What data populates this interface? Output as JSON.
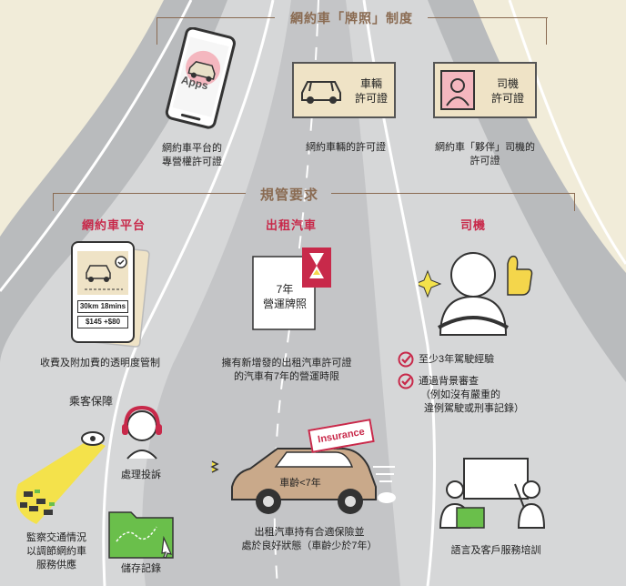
{
  "section1": {
    "title": "網約車「牌照」制度",
    "items": [
      {
        "caption_l1": "網約車平台的",
        "caption_l2": "專營權許可證",
        "badge": "Apps"
      },
      {
        "caption_l1": "網約車輛的許可證",
        "card_l1": "車輛",
        "card_l2": "許可證"
      },
      {
        "caption_l1": "網約車「夥伴」司機的",
        "caption_l2": "許可證",
        "card_l1": "司機",
        "card_l2": "許可證"
      }
    ]
  },
  "section2": {
    "title": "規管要求",
    "columns": [
      {
        "title": "網約車平台",
        "caption": "收費及附加費的透明度管制",
        "phone_distance": "30km",
        "phone_time": "18mins",
        "phone_fare": "$145",
        "phone_extra": "+$80"
      },
      {
        "title": "出租汽車",
        "caption_l1": "擁有新增發的出租汽車許可證",
        "caption_l2": "的汽車有7年的營運時限",
        "doc_l1": "7年",
        "doc_l2": "營運牌照"
      },
      {
        "title": "司機",
        "checks": [
          {
            "l1": "至少3年駕駛經驗"
          },
          {
            "l1": "通過背景審查",
            "l2": "（例如沒有嚴重的",
            "l3": "違例駕駛或刑事記錄）"
          }
        ]
      }
    ]
  },
  "passenger": {
    "title": "乘客保障",
    "items": [
      {
        "l1": "監察交通情況",
        "l2": "以調節網約車",
        "l3": "服務供應"
      },
      {
        "l1": "處理投訴"
      },
      {
        "l1": "儲存記錄"
      }
    ]
  },
  "insurance": {
    "badge": "Insurance",
    "car_label": "車齡<7年",
    "caption_l1": "出租汽車持有合適保險並",
    "caption_l2": "處於良好狀態（車齡少於7年）"
  },
  "training": {
    "caption": "語言及客戶服務培訓"
  },
  "colors": {
    "accent_red": "#c8294a",
    "frame_brown": "#8a6b52",
    "road_gray": "#b9bbbd",
    "background_cream": "#f1ecd9",
    "highlight_yellow": "#f4e24b"
  }
}
